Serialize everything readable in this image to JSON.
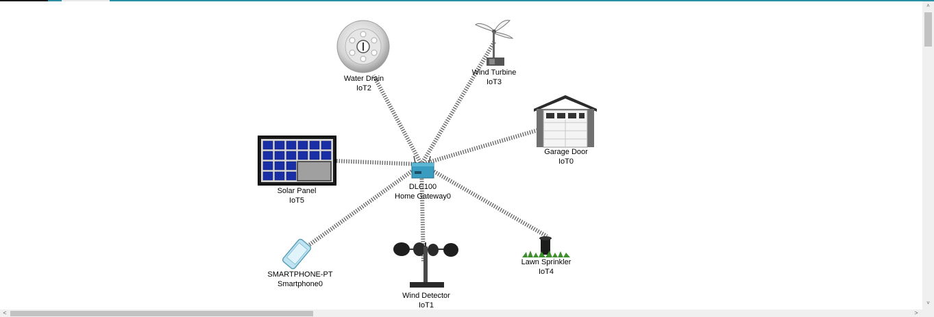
{
  "gateway": {
    "model": "DLC100",
    "name": "Home Gateway0"
  },
  "devices": [
    {
      "type": "Water Drain",
      "name": "IoT2",
      "icon": "water-drain-icon"
    },
    {
      "type": "Wind Turbine",
      "name": "IoT3",
      "icon": "wind-turbine-icon"
    },
    {
      "type": "Garage Door",
      "name": "IoT0",
      "icon": "garage-door-icon"
    },
    {
      "type": "Solar Panel",
      "name": "IoT5",
      "icon": "solar-panel-icon"
    },
    {
      "type": "Lawn Sprinkler",
      "name": "IoT4",
      "icon": "lawn-sprinkler-icon"
    },
    {
      "type": "SMARTPHONE-PT",
      "name": "Smartphone0",
      "icon": "smartphone-icon"
    },
    {
      "type": "Wind Detector",
      "name": "IoT1",
      "icon": "wind-detector-icon"
    }
  ],
  "colors": {
    "accent": "#2a8fa6",
    "link": "#6e6e6e",
    "scrollbar": "#f0f0f0",
    "scroll_thumb": "#c2c2c2"
  },
  "scrollbars": {
    "up": "˄",
    "down": "˅",
    "left": "<",
    "right": ">"
  }
}
